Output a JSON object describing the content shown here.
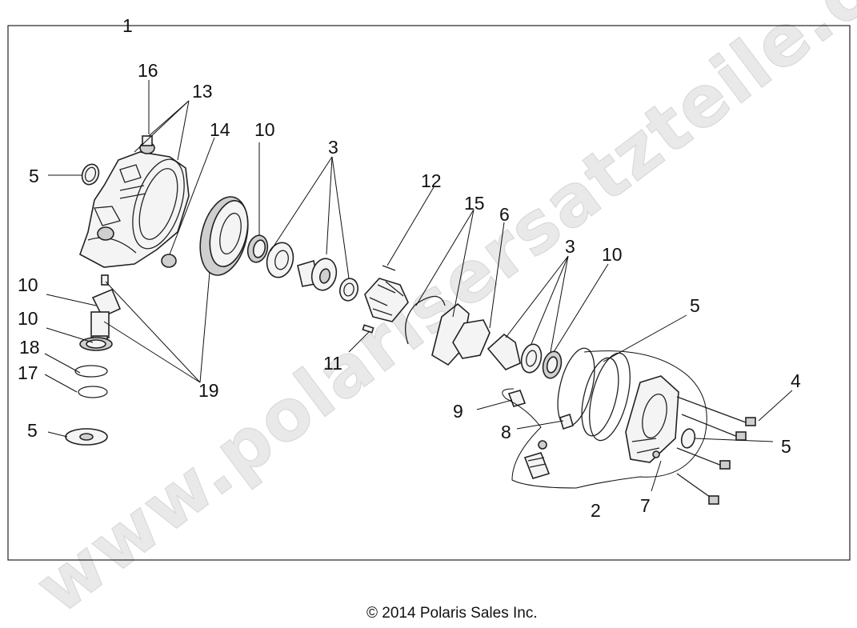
{
  "watermark": "www.polarisersatzteile.de",
  "copyright": "© 2014 Polaris Sales Inc.",
  "callouts": {
    "c1": "1",
    "c16": "16",
    "c13": "13",
    "c14": "14",
    "c5_housing": "5",
    "c10_top": "10",
    "c3_top": "3",
    "c12": "12",
    "c15": "15",
    "c6": "6",
    "c3_right": "3",
    "c10_right": "10",
    "c10_left_a": "10",
    "c10_left_b": "10",
    "c18": "18",
    "c17": "17",
    "c19": "19",
    "c5_washer": "5",
    "c11": "11",
    "c9": "9",
    "c8": "8",
    "c5_cover": "5",
    "c4": "4",
    "c5_seal": "5",
    "c7": "7",
    "c2": "2"
  }
}
